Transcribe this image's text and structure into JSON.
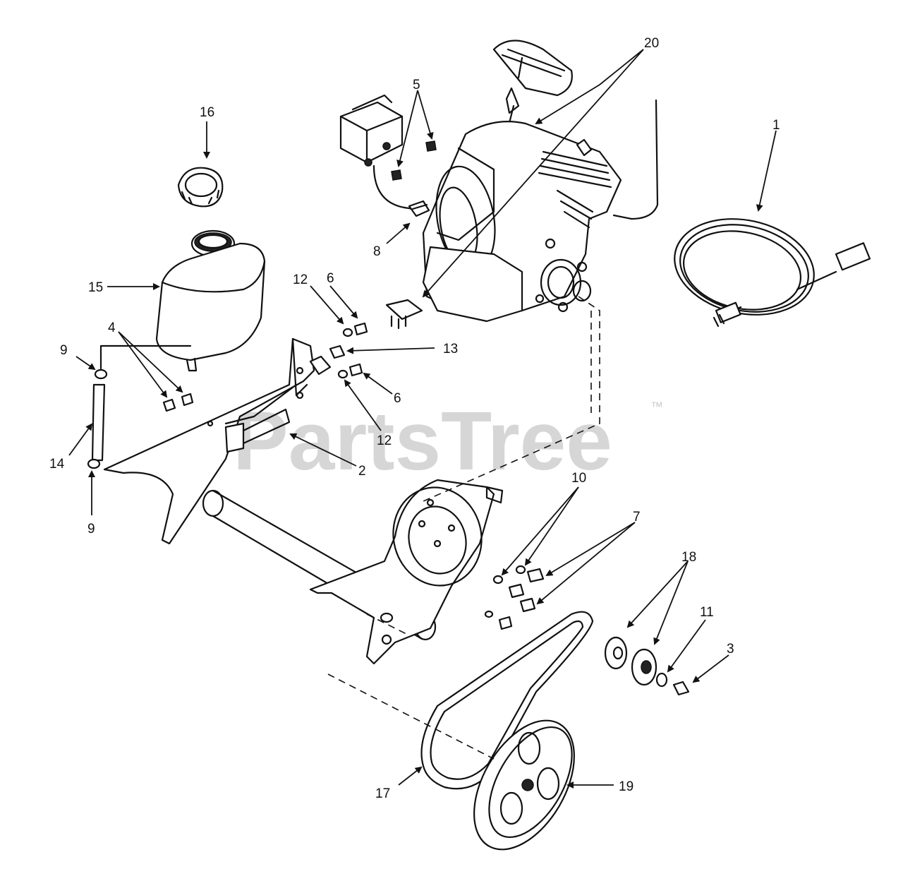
{
  "watermark": {
    "text": "PartsTree",
    "trademark": "™"
  },
  "callouts": [
    "20",
    "5",
    "16",
    "1",
    "8",
    "15",
    "12",
    "6",
    "4",
    "9",
    "13",
    "6",
    "12",
    "14",
    "2",
    "9",
    "10",
    "7",
    "18",
    "11",
    "3",
    "17",
    "19"
  ],
  "colors": {
    "line": "#111111",
    "watermark": "#c9c9c9",
    "background": "#ffffff"
  }
}
